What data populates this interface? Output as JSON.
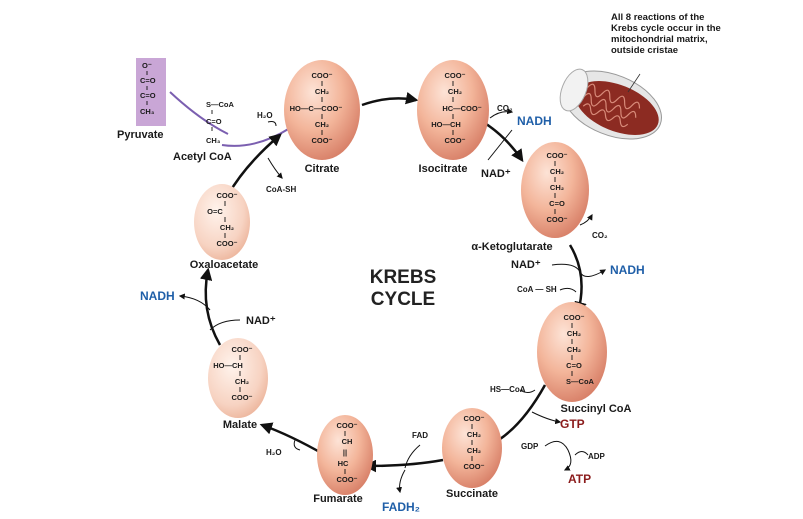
{
  "note": {
    "lines": [
      "All 8 reactions of the",
      "Krebs cycle occur in the",
      "mitochondrial matrix,",
      "outside cristae"
    ]
  },
  "title": {
    "line1": "KREBS",
    "line2": "CYCLE"
  },
  "pyruvate": {
    "label": "Pyruvate",
    "struct": [
      "O⁻",
      "C=O",
      "C=O",
      "CH₃"
    ]
  },
  "acetyl_coa": {
    "label": "Acetyl CoA",
    "struct": [
      "S—CoA",
      "C=O",
      "CH₃"
    ]
  },
  "molecules": {
    "citrate": {
      "label": "Citrate",
      "struct": [
        "COO⁻",
        "CH₂",
        "HO—C—COO⁻",
        "CH₂",
        "COO⁻"
      ]
    },
    "isocitrate": {
      "label": "Isocitrate",
      "struct": [
        "COO⁻",
        "CH₂",
        "HC—COO⁻",
        "HO—CH",
        "COO⁻"
      ]
    },
    "ketoglutarate": {
      "label": "α-Ketoglutarate",
      "struct": [
        "COO⁻",
        "CH₂",
        "CH₂",
        "C=O",
        "COO⁻"
      ]
    },
    "succinyl_coa": {
      "label": "Succinyl CoA",
      "struct": [
        "COO⁻",
        "CH₂",
        "CH₂",
        "C=O",
        "S—CoA"
      ]
    },
    "succinate": {
      "label": "Succinate",
      "struct": [
        "COO⁻",
        "CH₂",
        "CH₂",
        "COO⁻"
      ]
    },
    "fumarate": {
      "label": "Fumarate",
      "struct": [
        "COO⁻",
        "CH",
        "||",
        "HC",
        "COO⁻"
      ]
    },
    "malate": {
      "label": "Malate",
      "struct": [
        "COO⁻",
        "HO—CH",
        "CH₂",
        "COO⁻"
      ]
    },
    "oxaloacetate": {
      "label": "Oxaloacetate",
      "struct": [
        "COO⁻",
        "O=C",
        "CH₂",
        "COO⁻"
      ]
    }
  },
  "cofactors": {
    "h2o_1": "H₂O",
    "coa_sh_1": "CoA-SH",
    "co2_1": "CO₂",
    "nadh_1": "NADH",
    "nad_1": "NAD⁺",
    "co2_2": "CO₂",
    "nad_2": "NAD⁺",
    "nadh_2": "NADH",
    "coa_sh_2": "CoA — SH",
    "hs_coa": "HS—CoA",
    "gtp": "GTP",
    "gdp": "GDP",
    "adp": "ADP",
    "atp": "ATP",
    "fad": "FAD",
    "fadh2": "FADH₂",
    "h2o_2": "H₂O",
    "nad_3": "NAD⁺",
    "nadh_3": "NADH"
  },
  "colors": {
    "oval": "#f3b59a",
    "oval_dark": "#d9826a",
    "pyruvate_bg": "#c9a6d6",
    "blue": "#1f5fa8",
    "red": "#8b1c1c"
  }
}
